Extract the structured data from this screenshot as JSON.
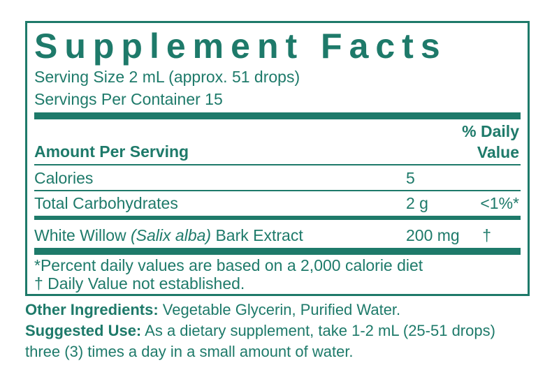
{
  "title": "Supplement Facts",
  "serving_size": "Serving Size 2 mL (approx. 51 drops)",
  "servings_per_container": "Servings Per Container 15",
  "header": {
    "amount_per_serving": "Amount Per Serving",
    "daily_value_line1": "% Daily",
    "daily_value_line2": "Value"
  },
  "rows": [
    {
      "name": "Calories",
      "amount": "5",
      "dv": ""
    },
    {
      "name": "Total Carbohydrates",
      "amount": "2 g",
      "dv": "<1%*"
    },
    {
      "name_prefix": "White Willow ",
      "name_italic": "(Salix alba)",
      "name_suffix": " Bark Extract",
      "amount": "200 mg",
      "dv": "†"
    }
  ],
  "footnotes": {
    "percent": "*Percent daily values are based on a 2,000 calorie diet",
    "dagger": "† Daily Value not established."
  },
  "other_ingredients": {
    "label": "Other Ingredients:",
    "text": " Vegetable Glycerin, Purified Water."
  },
  "suggested_use": {
    "label": "Suggested Use:",
    "text1": " As a dietary supplement, take 1-2 mL (25-51 drops)",
    "text2": "three (3) times a day in a small amount of water."
  },
  "colors": {
    "accent": "#1e7a6a"
  }
}
